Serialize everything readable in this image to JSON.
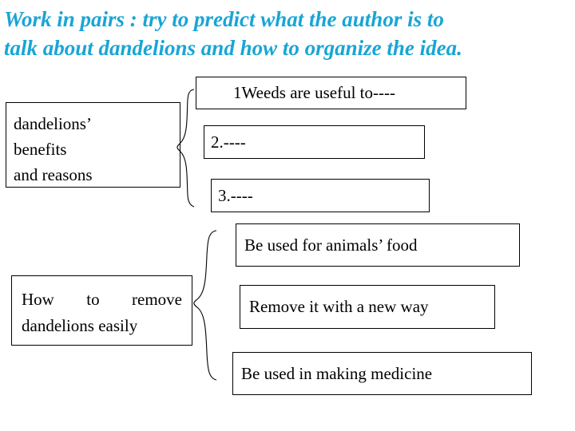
{
  "title": {
    "line1": "Work in pairs : try to predict what the author is to",
    "line2": "talk about dandelions and how to organize the idea.",
    "color": "#18A5D6"
  },
  "groups": [
    {
      "id": "benefits",
      "topic": {
        "line1": "dandelions’",
        "line2": "benefits",
        "line3": "and reasons"
      },
      "children": [
        {
          "text": "1Weeds are useful to----"
        },
        {
          "text": "2.----"
        },
        {
          "text": "3.----"
        }
      ]
    },
    {
      "id": "remove",
      "topic": {
        "line1": "How to remove",
        "line2": "dandelions easily"
      },
      "children": [
        {
          "text": "Be used for animals’ food"
        },
        {
          "text": "Remove it with a new way"
        },
        {
          "text": "Be used in making medicine"
        }
      ]
    }
  ]
}
